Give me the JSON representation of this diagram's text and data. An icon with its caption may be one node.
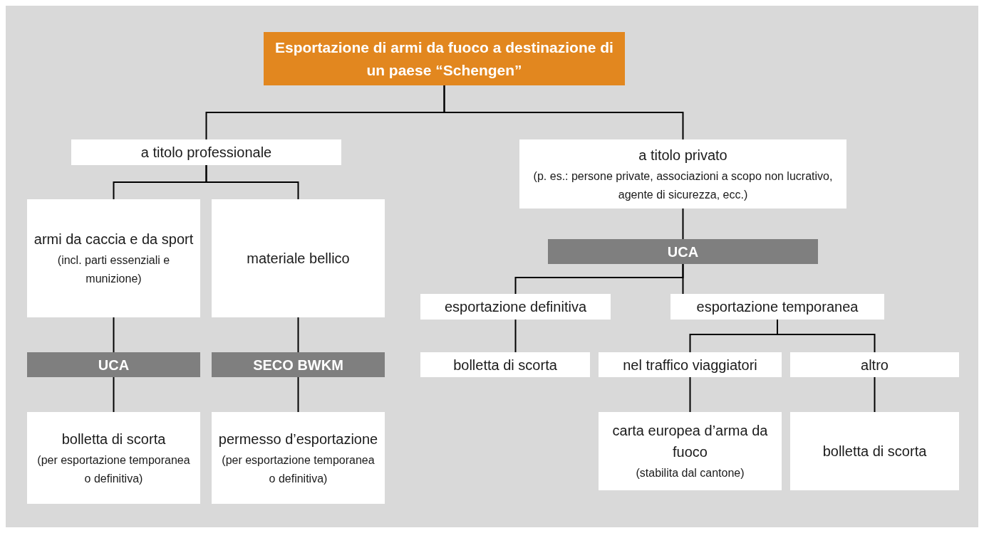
{
  "diagram": {
    "nodes": [
      {
        "text": [
          "Esportazione di armi da fuoco a destinazione di un paese “Schengen”"
        ]
      },
      {
        "text": [
          "a titolo professionale"
        ]
      },
      {
        "text": [
          "a titolo privato",
          "(p. es.: persone private, associazioni a scopo non lucrativo, agente di sicurezza, ecc.)"
        ]
      },
      {
        "text": [
          "armi da caccia e da sport",
          "(incl. parti essenziali e munizione)"
        ]
      },
      {
        "text": [
          "materiale bellico"
        ]
      },
      {
        "text": [
          "UCA"
        ]
      },
      {
        "text": [
          "SECO BWKM"
        ]
      },
      {
        "text": [
          "bolletta di scorta",
          "(per esportazione temporanea o definitiva)"
        ]
      },
      {
        "text": [
          "permesso d’esportazione",
          "(per esportazione temporanea o definitiva)"
        ]
      },
      {
        "text": [
          "UCA"
        ]
      },
      {
        "text": [
          "esportazione definitiva"
        ]
      },
      {
        "text": [
          "esportazione temporanea"
        ]
      },
      {
        "text": [
          "bolletta di scorta"
        ]
      },
      {
        "text": [
          "nel traffico viaggiatori"
        ]
      },
      {
        "text": [
          "altro"
        ]
      },
      {
        "text": [
          "carta europea d’arma da fuoco",
          "(stabilita dal cantone)"
        ]
      },
      {
        "text": [
          "bolletta di scorta"
        ]
      }
    ],
    "edges": [
      {
        "from": 0,
        "to": 1,
        "arrow": "none"
      },
      {
        "from": 0,
        "to": 2,
        "arrow": "none"
      },
      {
        "from": 1,
        "to": 3,
        "arrow": "none"
      },
      {
        "from": 1,
        "to": 4,
        "arrow": "none"
      },
      {
        "from": 3,
        "to": 5,
        "arrow": "none"
      },
      {
        "from": 4,
        "to": 6,
        "arrow": "none"
      },
      {
        "from": 5,
        "to": 7,
        "arrow": "none"
      },
      {
        "from": 6,
        "to": 8,
        "arrow": "none"
      },
      {
        "from": 2,
        "to": 9,
        "arrow": "none"
      },
      {
        "from": 9,
        "to": 10,
        "arrow": "none"
      },
      {
        "from": 9,
        "to": 11,
        "arrow": "none"
      },
      {
        "from": 10,
        "to": 12,
        "arrow": "none"
      },
      {
        "from": 11,
        "to": 13,
        "arrow": "none"
      },
      {
        "from": 11,
        "to": 14,
        "arrow": "none"
      },
      {
        "from": 13,
        "to": 15,
        "arrow": "none"
      },
      {
        "from": 14,
        "to": 16,
        "arrow": "none"
      }
    ]
  }
}
